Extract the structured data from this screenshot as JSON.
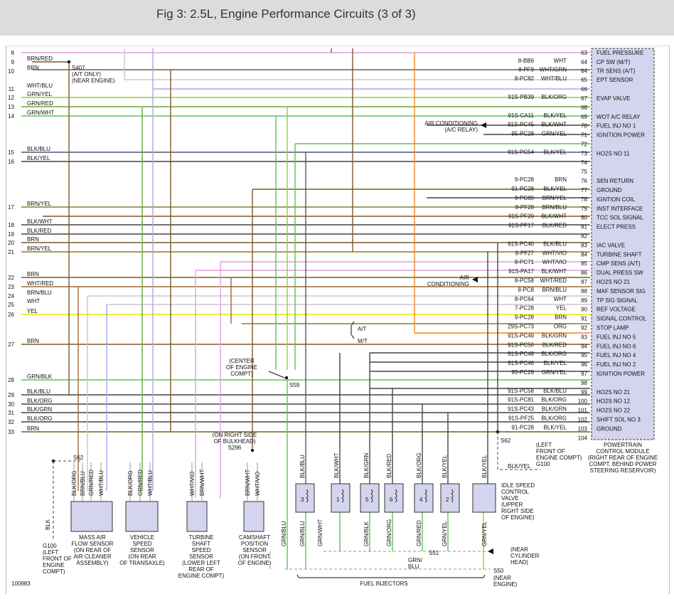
{
  "title": "Fig 3: 2.5L, Engine Performance Circuits (3 of 3)",
  "left_rows": [
    {
      "n": "8",
      "wire": ""
    },
    {
      "n": "9",
      "wire": "BRN/RED"
    },
    {
      "n": "10",
      "wire": "BRN"
    },
    {
      "n": "11",
      "wire": "WHT/BLU"
    },
    {
      "n": "12",
      "wire": "GRN/YEL"
    },
    {
      "n": "13",
      "wire": "GRN/RED"
    },
    {
      "n": "14",
      "wire": "GRN/WHT"
    },
    {
      "n": "15",
      "wire": "BLK/BLU"
    },
    {
      "n": "16",
      "wire": "BLK/YEL"
    },
    {
      "n": "17",
      "wire": "BRN/YEL"
    },
    {
      "n": "18",
      "wire": "BLK/WHT"
    },
    {
      "n": "19",
      "wire": "BLK/RED"
    },
    {
      "n": "20",
      "wire": "BRN"
    },
    {
      "n": "21",
      "wire": "BRN/YEL"
    },
    {
      "n": "22",
      "wire": "BRN"
    },
    {
      "n": "23",
      "wire": "WHT/RED"
    },
    {
      "n": "24",
      "wire": "BRN/BLU"
    },
    {
      "n": "25",
      "wire": "WHT"
    },
    {
      "n": "26",
      "wire": "YEL"
    },
    {
      "n": "27",
      "wire": "BRN"
    },
    {
      "n": "28",
      "wire": "GRN/BLK"
    },
    {
      "n": "29",
      "wire": "BLK/BLU"
    },
    {
      "n": "30",
      "wire": "BLK/ORG"
    },
    {
      "n": "31",
      "wire": "BLK/GRN"
    },
    {
      "n": "32",
      "wire": "BLK/ORG"
    },
    {
      "n": "33",
      "wire": "BRN"
    }
  ],
  "pcm_pins": [
    {
      "pin": "63",
      "circuit": "",
      "color": "",
      "fn": "FUEL PRESSURE"
    },
    {
      "pin": "64",
      "circuit": "8-BB6",
      "color": "WHT",
      "fn": "CP SW (M/T)"
    },
    {
      "pin": "64",
      "circuit": "8-PF9",
      "color": "WHT/GRN",
      "fn": "TR SENS (A/T)"
    },
    {
      "pin": "65",
      "circuit": "8-PC82",
      "color": "WHT/BLU",
      "fn": "EPT SENSOR"
    },
    {
      "pin": "66",
      "circuit": "",
      "color": "",
      "fn": ""
    },
    {
      "pin": "67",
      "circuit": "91S-PB39",
      "color": "BLK/ORG",
      "fn": "EVAP VALVE"
    },
    {
      "pin": "68",
      "circuit": "",
      "color": "",
      "fn": ""
    },
    {
      "pin": "69",
      "circuit": "91S-CA11",
      "color": "BLK/YEL",
      "fn": "WOT A/C RELAY"
    },
    {
      "pin": "70",
      "circuit": "91S-PC45",
      "color": "BLK/WHT",
      "fn": "FUEL INJ NO 1"
    },
    {
      "pin": "71",
      "circuit": "95-PC28",
      "color": "GRN/YEL",
      "fn": "IGNITION POWER"
    },
    {
      "pin": "72",
      "circuit": "",
      "color": "",
      "fn": ""
    },
    {
      "pin": "73",
      "circuit": "91S-PC54",
      "color": "BLK/YEL",
      "fn": "HO2S NO 11"
    },
    {
      "pin": "74",
      "circuit": "",
      "color": "",
      "fn": ""
    },
    {
      "pin": "75",
      "circuit": "",
      "color": "",
      "fn": ""
    },
    {
      "pin": "76",
      "circuit": "9-PC28",
      "color": "BRN",
      "fn": "SEN RETURN"
    },
    {
      "pin": "77",
      "circuit": "91-PC28",
      "color": "BLK/YEL",
      "fn": "GROUND"
    },
    {
      "pin": "78",
      "circuit": "9-PC80",
      "color": "BRN/YEL",
      "fn": "IGNTION COIL"
    },
    {
      "pin": "79",
      "circuit": "8-PF28",
      "color": "BRN/BLU",
      "fn": "INST INTERFACE"
    },
    {
      "pin": "80",
      "circuit": "91S-PF20",
      "color": "BLK/WHT",
      "fn": "TCC SOL SIGNAL"
    },
    {
      "pin": "81",
      "circuit": "91S-PF17",
      "color": "BLK/RED",
      "fn": "ELECT PRESS"
    },
    {
      "pin": "82",
      "circuit": "",
      "color": "",
      "fn": ""
    },
    {
      "pin": "83",
      "circuit": "91S-PC40",
      "color": "BLK/BLU",
      "fn": "IAC VALVE"
    },
    {
      "pin": "84",
      "circuit": "8-PF27",
      "color": "WHT/VIO",
      "fn": "TURBINE SHAFT"
    },
    {
      "pin": "85",
      "circuit": "8-PC71",
      "color": "WHT/VIO",
      "fn": "CMP SENS (A/T)"
    },
    {
      "pin": "86",
      "circuit": "91S-PA17",
      "color": "BLK/WHT",
      "fn": "DUAL PRESS SW"
    },
    {
      "pin": "87",
      "circuit": "8-PC58",
      "color": "WHT/RED",
      "fn": "HO2S NO 21"
    },
    {
      "pin": "88",
      "circuit": "8-PC8",
      "color": "BRN/BLU",
      "fn": "MAF SENSOR SIG"
    },
    {
      "pin": "89",
      "circuit": "8-PC64",
      "color": "WHT",
      "fn": "TP SIG SIGNAL"
    },
    {
      "pin": "90",
      "circuit": "7-PC28",
      "color": "YEL",
      "fn": "REF VOLTAGE"
    },
    {
      "pin": "91",
      "circuit": "9-PC28",
      "color": "BRN",
      "fn": "SIGNAL CONTROL"
    },
    {
      "pin": "92",
      "circuit": "29S-PC73",
      "color": "ORG",
      "fn": "STOP LAMP"
    },
    {
      "pin": "93",
      "circuit": "91S-PC49",
      "color": "BLK/GRN",
      "fn": "FUEL INJ NO 5"
    },
    {
      "pin": "94",
      "circuit": "91S-PC50",
      "color": "BLK/RED",
      "fn": "FUEL INJ NO 6"
    },
    {
      "pin": "95",
      "circuit": "91S-PC48",
      "color": "BLK/ORG",
      "fn": "FUEL INJ NO 4"
    },
    {
      "pin": "96",
      "circuit": "91S-PC46",
      "color": "BLK/YEL",
      "fn": "FUEL INJ NO 2"
    },
    {
      "pin": "97",
      "circuit": "95-PC28",
      "color": "GRN/YEL",
      "fn": "IGNITION POWER"
    },
    {
      "pin": "98",
      "circuit": "",
      "color": "",
      "fn": ""
    },
    {
      "pin": "99",
      "circuit": "91S-PC58",
      "color": "BLK/BLU",
      "fn": "HO2S NO 21"
    },
    {
      "pin": "100",
      "circuit": "91S-PC81",
      "color": "BLK/ORG",
      "fn": "HO2S NO 12"
    },
    {
      "pin": "101",
      "circuit": "91S-PC43",
      "color": "BLK/GRN",
      "fn": "HO2S NO 22"
    },
    {
      "pin": "102",
      "circuit": "91S-PF25",
      "color": "BLK/ORG",
      "fn": "SHIFT SOL NO 3"
    },
    {
      "pin": "103",
      "circuit": "91-PC28",
      "color": "BLK/YEL",
      "fn": "GROUND"
    },
    {
      "pin": "104",
      "circuit": "",
      "color": "",
      "fn": ""
    }
  ],
  "pcm_label": [
    "POWERTRAIN",
    "CONTROL MODULE",
    "(RIGHT REAR OF ENGINE",
    "COMPT, BEHIND POWER",
    "STEERING RESERVOIR)"
  ],
  "notes": {
    "s407": [
      "S407",
      "(A/T ONLY)",
      "(NEAR ENGINE)"
    ],
    "ac_relay": [
      "AIR CONDITIONING",
      "(A/C RELAY)"
    ],
    "air_cond": [
      "AIR",
      "CONDITIONING"
    ],
    "at": "A/T",
    "mt": "M/T",
    "s59_note": [
      "(CENTER",
      "OF ENGINE",
      "COMPT)"
    ],
    "s59": "S59",
    "s296_note": [
      "(ON RIGHT SIDE",
      "OF BULKHEAD)",
      "S296"
    ],
    "s62_left": "S62",
    "s62_right": "S62",
    "g100_right": [
      "(LEFT",
      "FRONT OF",
      "ENGINE COMPT)",
      "G100"
    ],
    "blk_yel_g100": "BLK/YEL",
    "blk_g100": "BLK",
    "g100_left": [
      "G100",
      "(LEFT",
      "FRONT OF",
      "ENGINE",
      "COMPT)"
    ],
    "maf": [
      "MASS AIR",
      "FLOW SENSOR",
      "(ON REAR OF",
      "AIR CLEANER",
      "ASSEMBLY)"
    ],
    "vss": [
      "VEHICLE",
      "SPEED",
      "SENSOR",
      "(ON REAR",
      "OF TRANSAXLE)"
    ],
    "tss": [
      "TURBINE",
      "SHAFT",
      "SPEED",
      "SENSOR",
      "(LOWER LEFT",
      "REAR OF",
      "ENGINE COMPT)"
    ],
    "cmp": [
      "CAMSHAFT",
      "POSITION",
      "SENSOR",
      "(ON FRONT",
      "OF ENGINE)"
    ],
    "iac": [
      "IDLE SPEED",
      "CONTROL",
      "VALVE",
      "(UPPER",
      "RIGHT SIDE",
      "OF ENGINE)"
    ],
    "s51": "S51",
    "s51_note": [
      "(NEAR",
      "CYLINDER",
      "HEAD)"
    ],
    "s50": "S50",
    "s50_note": [
      "(NEAR",
      "ENGINE)"
    ],
    "grn_blu_mid": [
      "GRN/",
      "BLU"
    ],
    "fuel_injectors": "FUEL INJECTORS",
    "fig_id": "100983"
  },
  "maf_wires": [
    "BLK/ORG",
    "BRN/BLU",
    "GRN/RED",
    "WHT/BLU"
  ],
  "vss_wires": [
    "BLK/ORG",
    "GRN/RED",
    "WHT/BLU"
  ],
  "tss_wires": [
    "WHT/VIO",
    "BRN/WHT"
  ],
  "cmp_wires": [
    "BRN/WHT",
    "WHT/VIO"
  ],
  "inj_top": [
    "BLK/BLU",
    "BLK/WHT",
    "BLK/GRN",
    "BLK/RED",
    "BLK/ORG",
    "BLK/YEL",
    "BLK/YEL"
  ],
  "inj_bottom": [
    "GRN/BLU",
    "GRN/BLU",
    "GRN/WHT",
    "GRN/BLK",
    "GRN/ORG",
    "GRN/RED",
    "GRN/YEL",
    "GRN/YEL"
  ],
  "inj_nums": [
    "3",
    "1",
    "5",
    "6",
    "4",
    "2"
  ]
}
